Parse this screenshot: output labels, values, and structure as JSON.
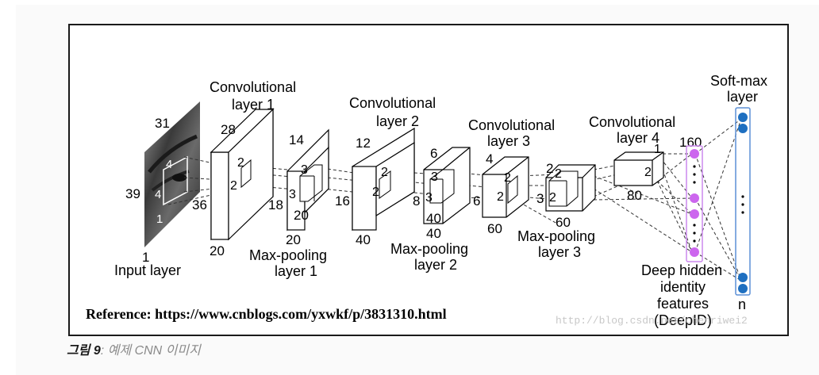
{
  "diagram": {
    "input_title": "Input layer",
    "input_size_top": "31",
    "input_size_left": "39",
    "input_depth": "1",
    "input_kernel_a": "4",
    "input_kernel_b": "4",
    "input_kernel_c": "1",
    "conv1_title_1": "Convolutional",
    "conv1_title_2": "layer 1",
    "conv1_h": "28",
    "conv1_w": "36",
    "conv1_d": "20",
    "conv1_k1": "2",
    "conv1_k2": "2",
    "pool1_title_1": "Max-pooling",
    "pool1_title_2": "layer 1",
    "pool1_h": "14",
    "pool1_w": "18",
    "pool1_d": "20",
    "pool1_depth_b": "20",
    "pool1_k1": "3",
    "pool1_k2": "3",
    "conv2_title_1": "Convolutional",
    "conv2_title_2": "layer 2",
    "conv2_h": "12",
    "conv2_w": "16",
    "conv2_d": "40",
    "conv2_k1": "2",
    "conv2_k2": "2",
    "pool2_title_1": "Max-pooling",
    "pool2_title_2": "layer 2",
    "pool2_h": "6",
    "pool2_w": "8",
    "pool2_d": "40",
    "pool2_depth_b": "40",
    "pool2_k1": "3",
    "pool2_k2": "3",
    "conv3_title_1": "Convolutional",
    "conv3_title_2": "layer 3",
    "conv3_h": "4",
    "conv3_w": "6",
    "conv3_d": "60",
    "conv3_k1": "2",
    "conv3_k2": "2",
    "pool3_title_1": "Max-pooling",
    "pool3_title_2": "layer 3",
    "pool3_h": "2",
    "pool3_w": "3",
    "pool3_d": "60",
    "pool3_k1": "2",
    "pool3_k2": "2",
    "conv4_title_1": "Convolutional",
    "conv4_title_2": "layer 4",
    "conv4_h": "1",
    "conv4_w": "2",
    "conv4_d": "80",
    "deepid_count": "160",
    "deepid_title_1": "Deep hidden",
    "deepid_title_2": "identity",
    "deepid_title_3": "features",
    "deepid_title_4": "(DeepID)",
    "softmax_title_1": "Soft-max",
    "softmax_title_2": "layer",
    "softmax_n": "n",
    "reference": "Reference: https://www.cnblogs.com/yxwkf/p/3831310.html",
    "watermark": "http://blog.csdn.net/chenriwei2"
  },
  "caption": {
    "number": "그림 9",
    "text": ": 예제 CNN 이미지"
  },
  "colors": {
    "deepid_node": "#cc66ee",
    "deepid_border": "#cc88ee",
    "softmax_node": "#1e6fc0",
    "softmax_border": "#5b8fd6"
  }
}
